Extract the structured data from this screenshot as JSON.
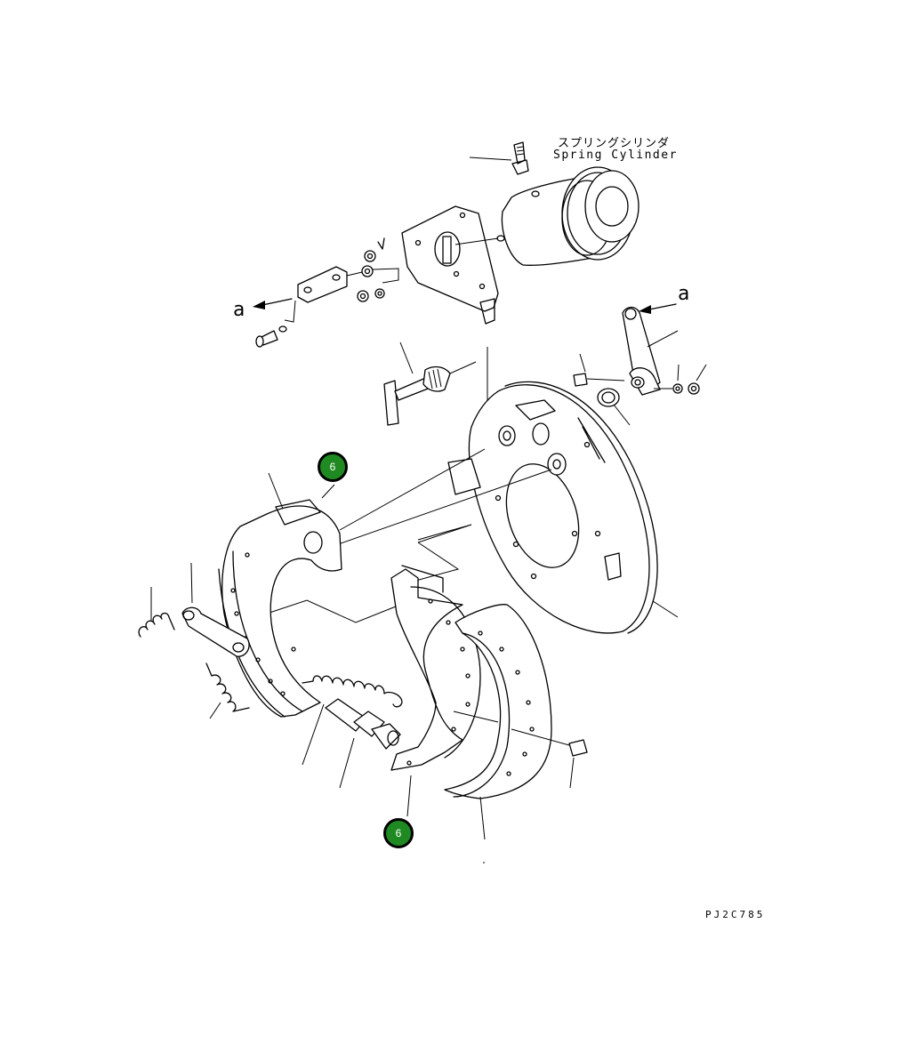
{
  "labels": {
    "spring_cylinder_jp": "スプリングシリンダ",
    "spring_cylinder_en": "Spring Cylinder",
    "ref_a_left": "a",
    "ref_a_right": "a",
    "drawing_code": "PJ2C785"
  },
  "badges": [
    {
      "number": "6"
    },
    {
      "number": "6"
    }
  ],
  "colors": {
    "badge_fill": "#1f8a22",
    "line": "#000000",
    "background": "#ffffff"
  }
}
